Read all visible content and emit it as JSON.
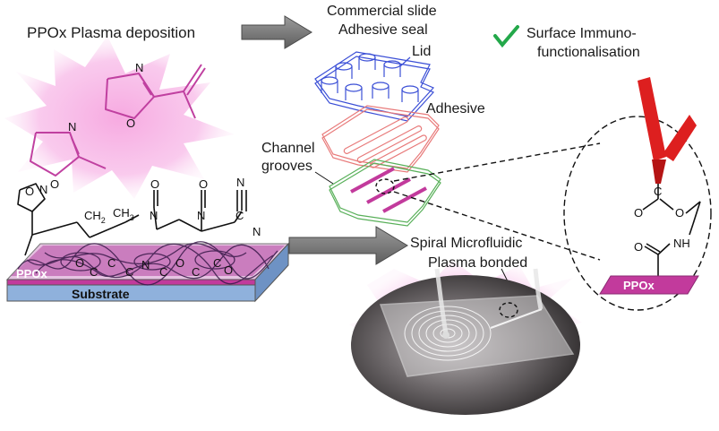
{
  "labels": {
    "deposition": "PPOx Plasma deposition",
    "commercial_line1": "Commercial slide",
    "commercial_line2": "Adhesive seal",
    "lid": "Lid",
    "adhesive": "Adhesive",
    "channel_line1": "Channel",
    "channel_line2": "grooves",
    "surface_line1": "Surface Immuno-",
    "surface_line2": "functionalisation",
    "spiral_line1": "Spiral Microfluidic",
    "spiral_line2": "Plasma bonded",
    "ppox_layer": "PPOx",
    "substrate": "Substrate",
    "ppox_pad": "PPOx"
  },
  "chem": {
    "n": "N",
    "o": "O",
    "c": "C",
    "ch2": "CH",
    "ch3": "CH",
    "sub2": "2",
    "sub3": "3",
    "nh": "NH"
  },
  "colors": {
    "glow": "#f7b3e6",
    "ppox": "#c23a9c",
    "substrate": "#8fb1dc",
    "antibody": "#dd1f1f",
    "check": "#23a84a",
    "arrow": "#7a7a7a",
    "lid": "#3b4fd6",
    "adhesive": "#e87a7a",
    "channel": "#59b05a"
  },
  "icons": [
    "check-icon",
    "arrow-right-icon",
    "antibody-icon"
  ]
}
